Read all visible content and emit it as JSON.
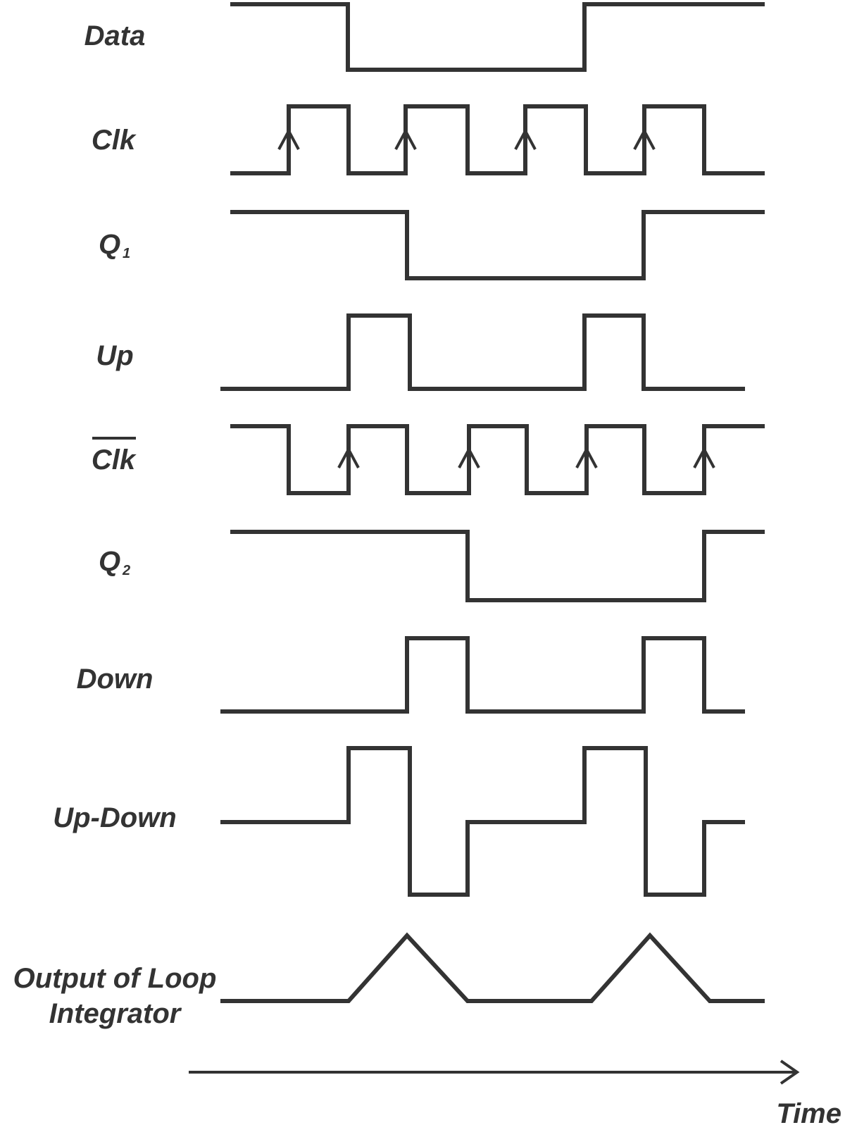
{
  "signals": [
    {
      "id": "data",
      "label": "Data",
      "subscript": "",
      "overline": false
    },
    {
      "id": "clk",
      "label": "Clk",
      "subscript": "",
      "overline": false
    },
    {
      "id": "q1",
      "label": "Q",
      "subscript": "1",
      "overline": false
    },
    {
      "id": "up",
      "label": "Up",
      "subscript": "",
      "overline": false
    },
    {
      "id": "clk-bar",
      "label": "Clk",
      "subscript": "",
      "overline": true
    },
    {
      "id": "q2",
      "label": "Q",
      "subscript": "2",
      "overline": false
    },
    {
      "id": "down",
      "label": "Down",
      "subscript": "",
      "overline": false
    },
    {
      "id": "up-down",
      "label": "Up-Down",
      "subscript": "",
      "overline": false
    },
    {
      "id": "integrator",
      "label_line1": "Output of Loop",
      "label_line2": "Integrator"
    }
  ],
  "time_axis": {
    "label": "Time"
  },
  "colors": {
    "line": "#333333",
    "background": "#ffffff"
  }
}
